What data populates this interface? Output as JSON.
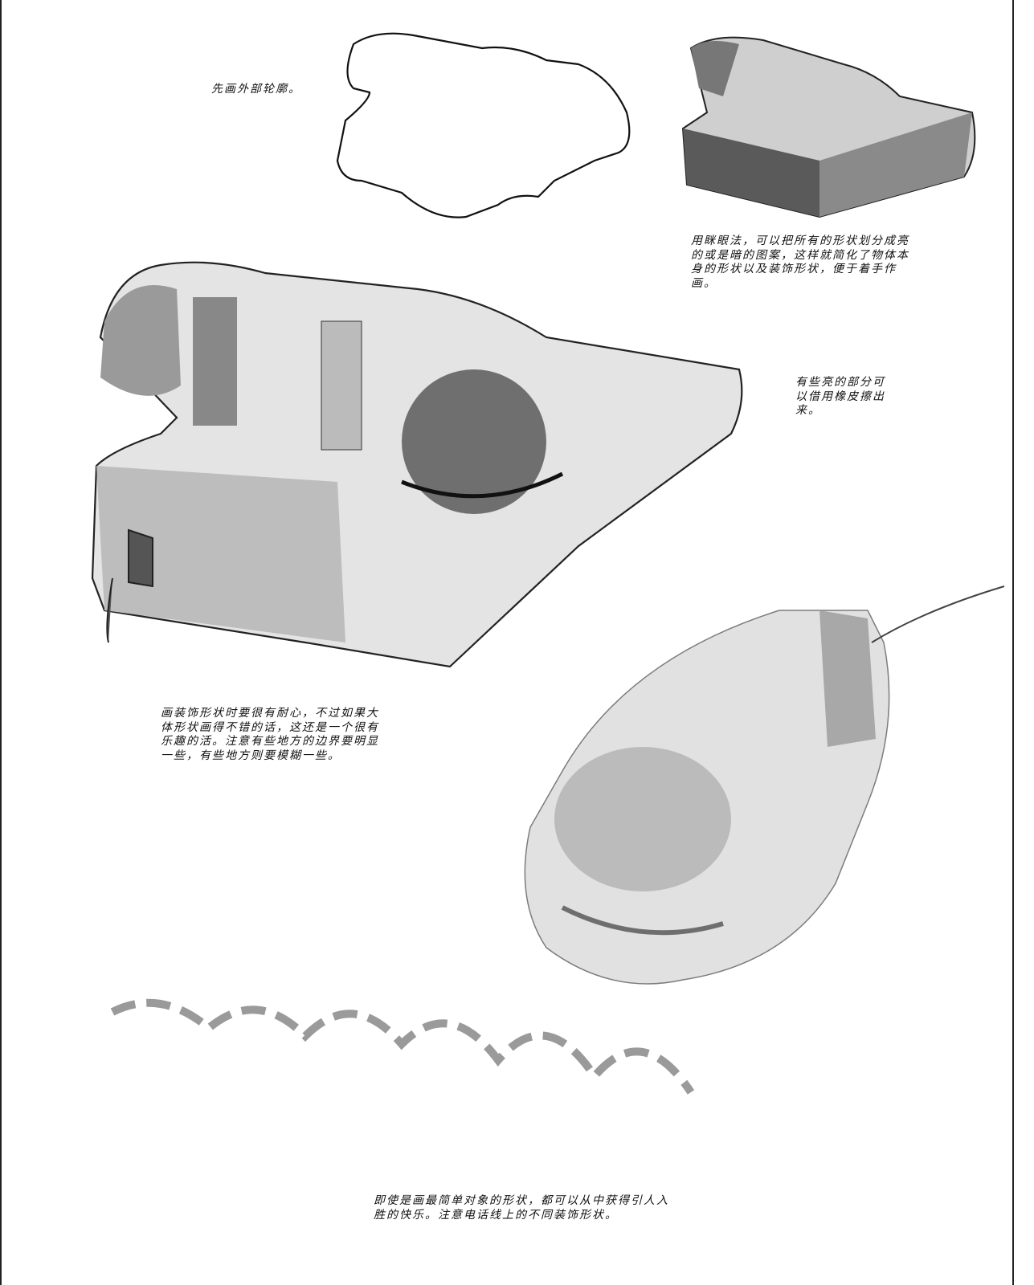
{
  "captions": {
    "outline": [
      "先画外部轮廓。"
    ],
    "squint": [
      "用眯眼法，可以把所有的形状划分成亮",
      "的或是暗的图案，这样就简化了物体本",
      "身的形状以及装饰形状，便于着手作",
      "画。"
    ],
    "eraser": [
      "有些亮的部分可",
      "以借用橡皮擦出",
      "来。"
    ],
    "patience": [
      "画装饰形状时要很有耐心，不过如果大",
      "体形状画得不错的话，这还是一个很有",
      "乐趣的活。注意有些地方的边界要明显",
      "一些，有些地方则要模糊一些。"
    ],
    "joy": [
      "即使是画最简单对象的形状，都可以从中获得引人入",
      "胜的快乐。注意电话线上的不同装饰形状。"
    ]
  }
}
